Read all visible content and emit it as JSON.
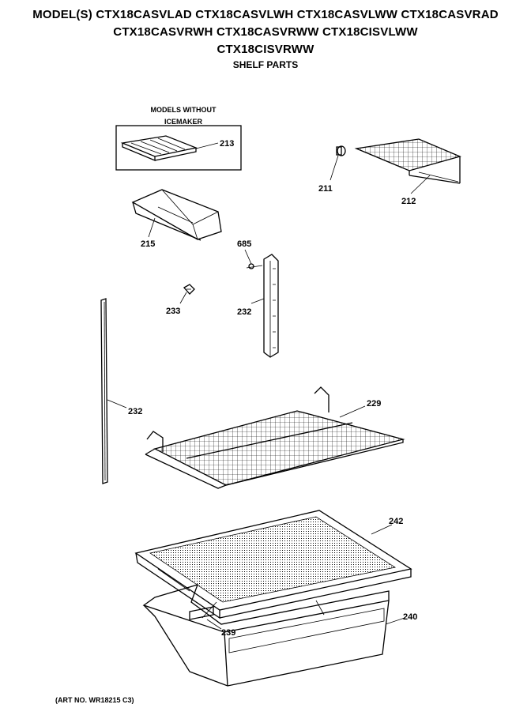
{
  "header": {
    "line1": "MODEL(S) CTX18CASVLAD  CTX18CASVLWH  CTX18CASVLWW  CTX18CASVRAD",
    "line2": "CTX18CASVRWH  CTX18CASVRWW  CTX18CISVLWW",
    "line3": "CTX18CISVRWW",
    "subtitle": "SHELF PARTS"
  },
  "box_label": {
    "line1": "MODELS WITHOUT",
    "line2": "ICEMAKER"
  },
  "parts": {
    "p213": "213",
    "p211": "211",
    "p212": "212",
    "p215": "215",
    "p685": "685",
    "p233": "233",
    "p232a": "232",
    "p232b": "232",
    "p229": "229",
    "p242": "242",
    "p240": "240",
    "p239": "239"
  },
  "art_number": "(ART NO. WR18215 C3)"
}
